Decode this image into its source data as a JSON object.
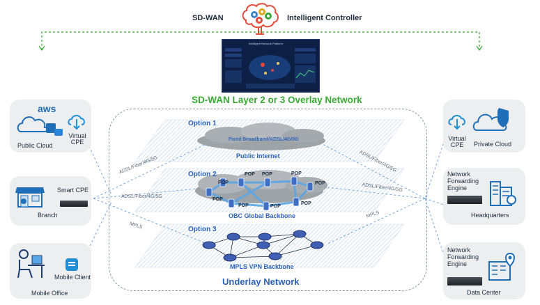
{
  "header": {
    "left_label": "SD-WAN",
    "right_label": "Intelligent Controller",
    "dashboard_caption": "Intelligent Network Platform"
  },
  "overlay_title": "SD-WAN Layer 2 or 3 Overlay Network",
  "underlay_title": "Underlay Network",
  "options": [
    {
      "label": "Option 1",
      "cloud_text": "Fixed Broadband/ADSL/4G/5G",
      "name": "Public Internet"
    },
    {
      "label": "Option 2",
      "name": "OBC Global Backbone",
      "pop_label": "POP"
    },
    {
      "label": "Option 3",
      "name": "MPLS VPN Backbone"
    }
  ],
  "links": {
    "adsl_left_1": "ADSL/Fiber/4G/5G",
    "adsl_left_2": "ADSL/Fiber/4G/5G",
    "mpls_left": "MPLS",
    "adsl_right_1": "ADSL/Fiber/4G/5G",
    "adsl_right_2": "ADSL/Fiber/4G/5G",
    "mpls_right": "MPLS"
  },
  "left_sites": [
    {
      "title": "Public Cloud",
      "sub": "Virtual CPE",
      "logo": "aws"
    },
    {
      "title": "Branch",
      "sub": "Smart CPE"
    },
    {
      "title": "Mobile Office",
      "sub": "Mobile Client"
    }
  ],
  "right_sites": [
    {
      "title": "Private Cloud",
      "sub": "Virtual CPE"
    },
    {
      "title": "Headquarters",
      "sub": "Network Forwarding Engine"
    },
    {
      "title": "Data Center",
      "sub": "Network Forwarding Engine"
    }
  ],
  "colors": {
    "overlay_green": "#3aa935",
    "underlay_blue": "#2c63b8",
    "card_bg": "#eceef0",
    "link_blue": "#6a9fd6"
  }
}
